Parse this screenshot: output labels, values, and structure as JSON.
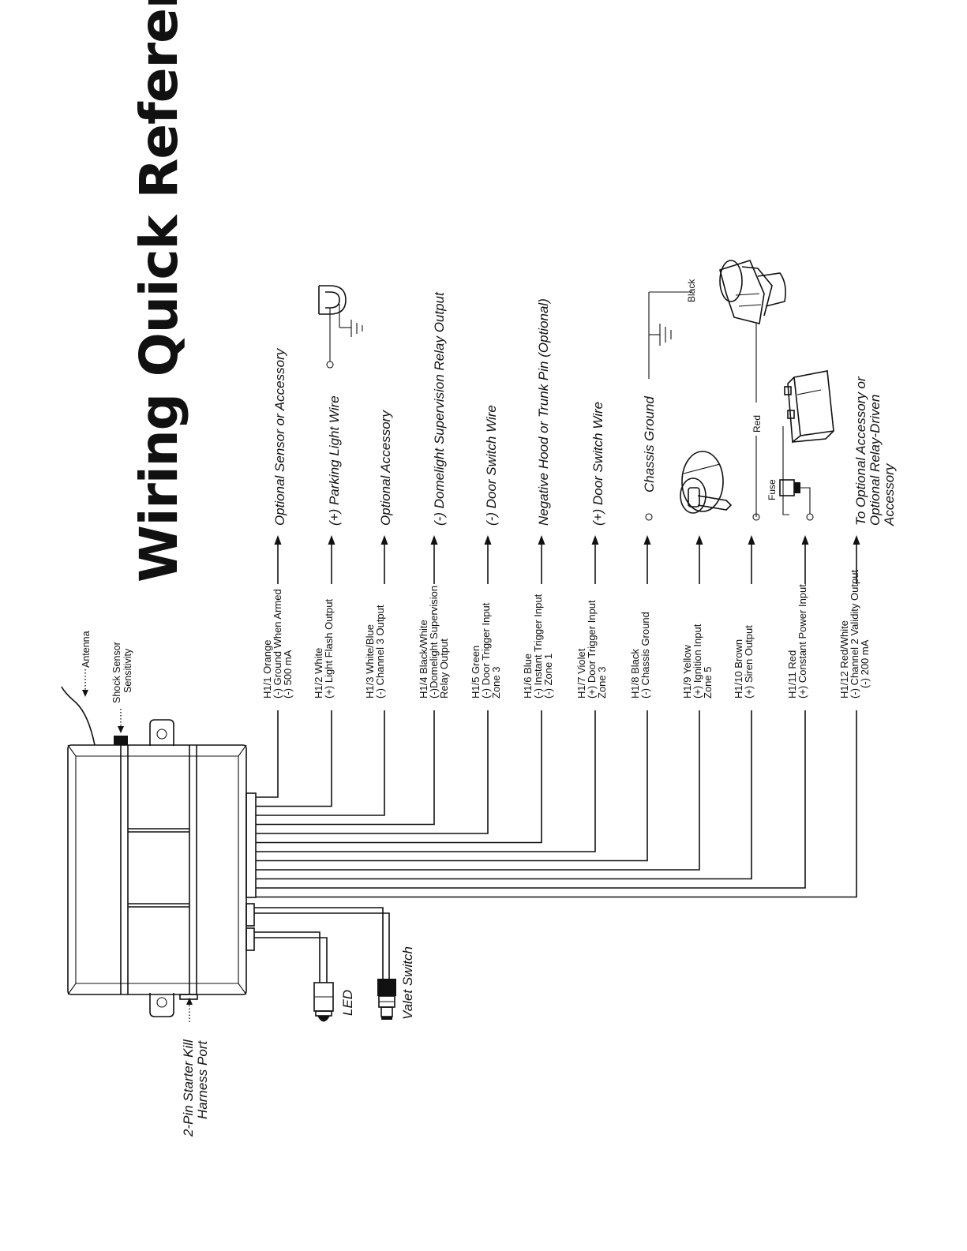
{
  "title": "Wiring Quick Reference Guide",
  "module": {
    "antenna_label": "Antenna",
    "shock_sensor_label": [
      "Shock Sensor",
      "Sensitivity"
    ],
    "starter_kill_label": [
      "2-Pin Starter Kill",
      "Harness Port"
    ],
    "led_label": "LED",
    "valet_label": "Valet Switch"
  },
  "wires": [
    {
      "id": "H1/1",
      "lines": [
        "H1/1 Orange",
        "(-) Ground When Armed",
        "(-) 500 mA"
      ],
      "dest": [
        "Optional Sensor or Accessory"
      ]
    },
    {
      "id": "H1/2",
      "lines": [
        "H1/2 White",
        "(+) Light Flash Output"
      ],
      "dest": [
        "(+) Parking Light Wire"
      ]
    },
    {
      "id": "H1/3",
      "lines": [
        "H1/3 White/Blue",
        "(-) Channel 3 Output"
      ],
      "dest": [
        "Optional Accessory"
      ]
    },
    {
      "id": "H1/4",
      "lines": [
        "H1/4 Black/White",
        "(-)Domelight Supervision",
        "Relay Output"
      ],
      "dest": [
        "(-) Domelight Supervision Relay Output"
      ]
    },
    {
      "id": "H1/5",
      "lines": [
        "H1/5 Green",
        "(-) Door Trigger Input",
        "Zone 3"
      ],
      "dest": [
        "(-) Door Switch Wire"
      ]
    },
    {
      "id": "H1/6",
      "lines": [
        "H1/6 Blue",
        "(-) Instant Trigger Input",
        "(-) Zone 1"
      ],
      "dest": [
        "Negative Hood or Trunk Pin (Optional)"
      ]
    },
    {
      "id": "H1/7",
      "lines": [
        "H1/7 Violet",
        "(+) Door Trigger Input",
        "Zone 3"
      ],
      "dest": [
        "(+) Door Switch Wire"
      ]
    },
    {
      "id": "H1/8",
      "lines": [
        "H1/8 Black",
        "(-) Chassis Ground"
      ],
      "dest": [
        "Chassis Ground"
      ]
    },
    {
      "id": "H1/9",
      "lines": [
        "H1/9 Yellow",
        "(+) Ignition Input",
        "Zone 5"
      ],
      "dest": []
    },
    {
      "id": "H1/10",
      "lines": [
        "H1/10 Brown",
        "(+) Siren Output"
      ],
      "dest": []
    },
    {
      "id": "H1/11",
      "lines": [
        "H1/11 Red",
        "(+) Constant Power Input"
      ],
      "dest": []
    },
    {
      "id": "H1/12",
      "lines": [
        "H1/12 Red/White",
        "(-) Channel 2 Validity Output",
        "(-) 200 mA"
      ],
      "dest": [
        "To Optional Accessory or",
        "Optional Relay-Driven",
        "Accessory"
      ]
    }
  ],
  "components": {
    "siren_wire_black": "Black",
    "siren_wire_red": "Red",
    "fuse_label": "Fuse"
  },
  "icons": [
    "parking-light-icon",
    "ground-icon",
    "ignition-switch-icon",
    "siren-icon",
    "battery-icon",
    "fuse-icon",
    "led-icon",
    "valet-switch-icon"
  ]
}
